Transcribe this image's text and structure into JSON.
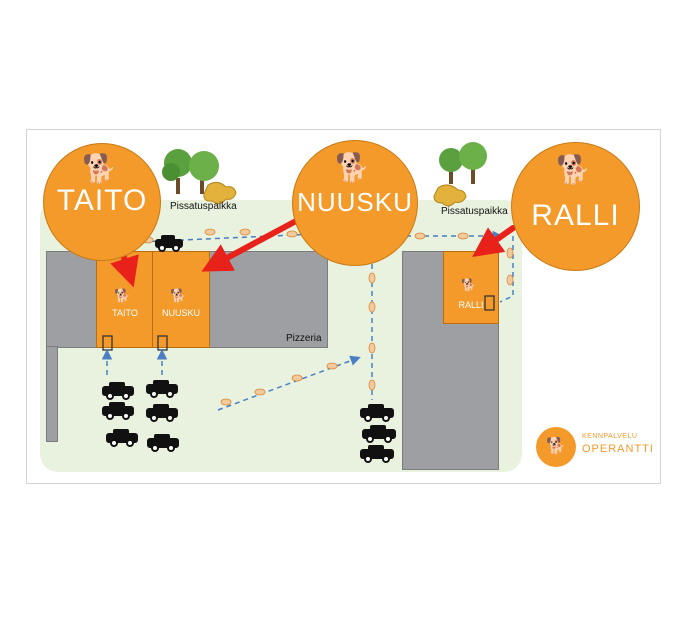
{
  "map": {
    "circles": [
      {
        "name": "TAITO"
      },
      {
        "name": "NUUSKU"
      },
      {
        "name": "RALLI"
      }
    ],
    "rooms": [
      {
        "label": "TAITO"
      },
      {
        "label": "NUUSKU"
      },
      {
        "label": "RALLI"
      }
    ],
    "labels": {
      "pissatuspaikka_left": "Pissatuspaikka",
      "pissatuspaikka_right": "Pissatuspaikka",
      "pizzeria": "Pizzeria"
    },
    "colors": {
      "orange": "#f39a2a",
      "building": "#9d9fa2",
      "lot": "#e9f2df",
      "arrow": "#e8211b",
      "path": "#4a7fc4",
      "tree": "#5aa03e"
    }
  },
  "logo": {
    "line1": "KENNPALVELU",
    "line2": "OPERANTTI"
  }
}
